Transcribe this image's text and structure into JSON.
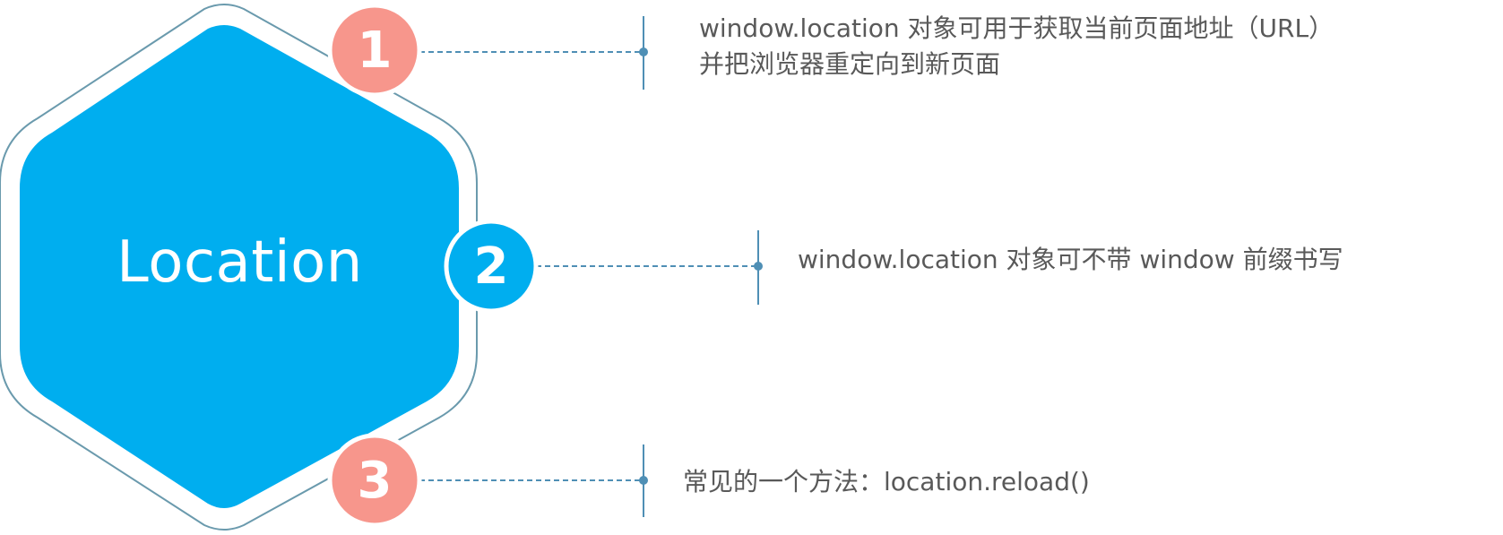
{
  "center": {
    "label": "Location"
  },
  "items": [
    {
      "number": "1",
      "lines": [
        "window.location 对象可用于获取当前页面地址（URL）",
        "并把浏览器重定向到新页面"
      ]
    },
    {
      "number": "2",
      "lines": [
        "window.location 对象可不带 window 前缀书写"
      ]
    },
    {
      "number": "3",
      "lines": [
        "常见的一个方法：location.reload()"
      ]
    }
  ],
  "colors": {
    "hexagon_fill": "#00aeef",
    "hexagon_outline": "#6a9aad",
    "badge_salmon": "#f7968c",
    "badge_blue": "#00aeef",
    "connector": "#4f8fb5",
    "text": "#595959"
  }
}
